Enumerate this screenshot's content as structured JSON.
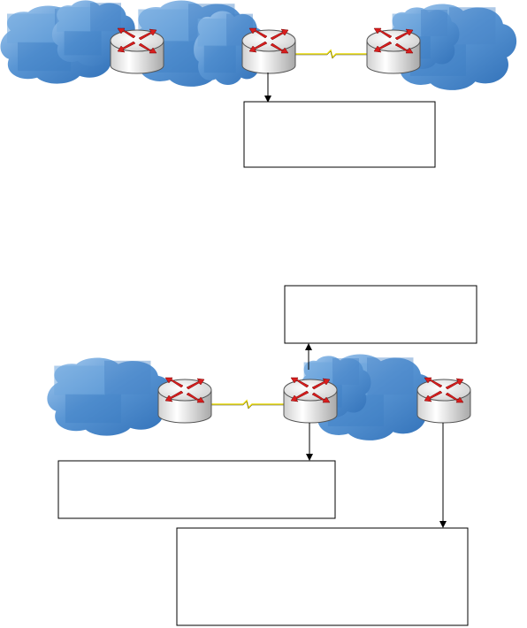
{
  "diagram": {
    "style": {
      "cloud_fill": "#4a86c8",
      "cloud_light": "#8fbde8",
      "router_body": "#e8e8e8",
      "router_arrow": "#d81e1e",
      "serial_link": "#e8d800",
      "line": "#000000"
    },
    "top": {
      "routers": [
        "router",
        "router",
        "router"
      ],
      "note_box": {
        "lines": []
      }
    },
    "bottom": {
      "routers": [
        "router",
        "router",
        "router"
      ],
      "note_box_top": {
        "lines": []
      },
      "note_box_left": {
        "lines": []
      },
      "note_box_bottom": {
        "lines": []
      }
    }
  }
}
